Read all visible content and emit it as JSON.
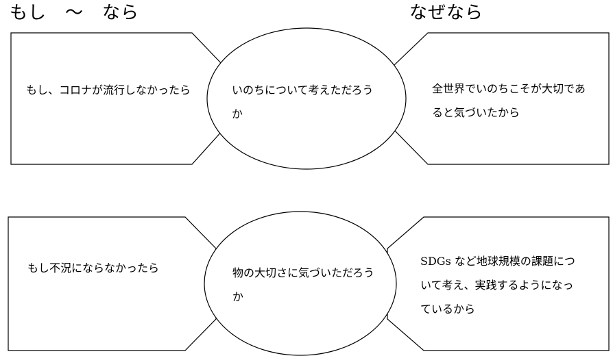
{
  "headings": {
    "left": "もし　〜　なら",
    "right": "なぜなら"
  },
  "rows": [
    {
      "left_text": "もし、コロナが流行しなかったら",
      "center_text": "いのちについて考えただろうか",
      "right_text": "全世界でいのちこそが大切であると気づいたから"
    },
    {
      "left_text": "もし不況にならなかったら",
      "center_text": "物の大切さに気づいただろうか",
      "right_text": "SDGs など地球規模の課題について考え、実践するようになっているから"
    }
  ]
}
